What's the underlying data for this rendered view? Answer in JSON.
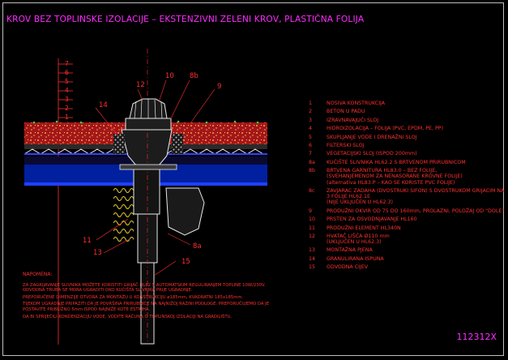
{
  "title": "KROV BEZ TOPLINSKE IZOLACIJE – EKSTENZIVNI ZELENI KROV, PLASTIČNA FOLIJA",
  "sheet_code": "112312X",
  "colors": {
    "title": "#ff2bff",
    "legend_text": "#ff3030",
    "background": "#000000"
  },
  "scale_numbers": [
    "7",
    "6",
    "5",
    "4",
    "3",
    "2",
    "1"
  ],
  "callouts": {
    "c12": "12",
    "c10": "10",
    "c8b": "8b",
    "c9": "9",
    "c14": "14",
    "c11": "11",
    "c13": "13",
    "c15": "15",
    "c8a": "8a"
  },
  "legend": [
    {
      "num": "1",
      "text": "NOSIVA KONSTRUKCIJA"
    },
    {
      "num": "2",
      "text": "BETON U PADU"
    },
    {
      "num": "3",
      "text": "IZRAVNAVAJUĆI SLOJ"
    },
    {
      "num": "4",
      "text": "HIDROIZOLACIJA – FOLIJA (PVC, EPDM, PE, PP)"
    },
    {
      "num": "5",
      "text": "SKUPLJANJE VODE I DRENAŽNI SLOJ"
    },
    {
      "num": "6",
      "text": "FILTERSKI SLOJ"
    },
    {
      "num": "7",
      "text": "VEGETACIJSKI SLOJ (ISPOD 200mm)"
    },
    {
      "num": "8a",
      "text": "KUĆIŠTE SLIVNIKA HL62.2 S BRTVENOM PRIRUBNICOM"
    },
    {
      "num": "8b",
      "text": "BRTVENA GARNITURA HL83.0 – BEZ FOLIJE,\n(SVEHANJEMENOM ZA NENASORANE KROVNE FOLIJE)\n(alternativa HL83.P – KAO SE KORISTE PVC FOLIJE)"
    },
    {
      "num": "8c",
      "text": "ZAVJARAC ZADAHA (DVOSTRUKI SIFON) S DVOSTRUKOM GRIJACIM NA 3 FOLIJE HL62.1E\n(NIJE UKLJUČEN U HL62.3)"
    },
    {
      "num": "9",
      "text": "PRODUŽNI OKVIR OD 75 DO 160mm, PROLAZNI, POLOŽAJ OD \"DOLE\""
    },
    {
      "num": "10",
      "text": "PRSTEN ZA OSVODNJAVANJE HL160"
    },
    {
      "num": "11",
      "text": "PRODUŽNI ELEMENT HL340N"
    },
    {
      "num": "12",
      "text": "HVATAČ LIŠĆA Ø110 mm\n(UKLJUČEN U HL62.3)"
    },
    {
      "num": "13",
      "text": "MONTAŽNA PJENA"
    },
    {
      "num": "14",
      "text": "GRANULIRANA ISPUNA"
    },
    {
      "num": "15",
      "text": "ODVODNA CIJEV"
    }
  ],
  "notes": {
    "title": "NAPOMENA:",
    "items": [
      "ZA ZAGRIJAVANJE SLIVNIKA MOŽETE KORISTITI GRIJAČ HL82 S AUTOMATSKIM REGULIRANJEM TOPLINE 10W/230V. ODVODNA TRUBA SE MORA UGRADITI OKO KUĆIŠTA SLIVNIKA PRIJE UGRADNJE.",
      "PREPORUČENE DIMENZIJE OTVORA ZA MONTAŽU U KONSTRUKCIJU ø185mm, KVADRATNI 185x185mm.",
      "TIJEKOM UGRADNJE PRIPAZITI DA JE POVRŠINA PRIRUBNICE NA NAJNIŽOJ RAZINI PODLOGE. PREPORUČUJEMO DA JE POSTAVITE PRIBLIŽNO 5mm ISPOD NAJNIŽE KOTE ESTRIHA.",
      "DA BI SPRIJEČILI KONDENZACIJU VODE, VODITE RAČUNA O TOPLINSKOJ IZOLACIJI NA GRADILIŠTU."
    ]
  }
}
